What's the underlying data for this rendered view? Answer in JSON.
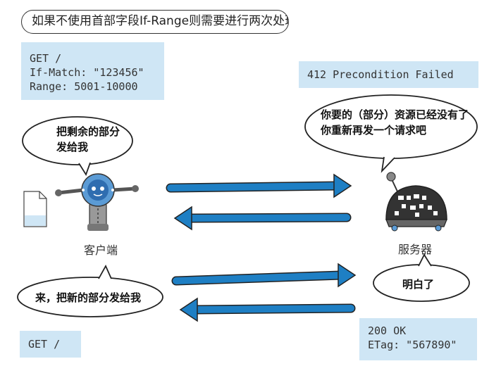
{
  "title": "如果不使用首部字段If-Range则需要进行两次处理",
  "request1": {
    "lines": [
      "GET /",
      "If-Match: \"123456\"",
      "Range: 5001-10000"
    ]
  },
  "response1": {
    "text": "412 Precondition Failed"
  },
  "client_bubble1": {
    "lines": [
      "把剩余的部分",
      "发给我"
    ]
  },
  "server_bubble1": {
    "lines": [
      "你要的（部分）资源已经没有了",
      "你重新再发一个请求吧"
    ]
  },
  "client_label": "客户端",
  "server_label": "服务器",
  "client_bubble2": {
    "text": "来，把新的部分发给我"
  },
  "server_bubble2": {
    "text": "明白了"
  },
  "request2": {
    "text": "GET /"
  },
  "response2": {
    "lines": [
      "200 OK",
      "ETag: \"567890\""
    ]
  },
  "colors": {
    "code_box_bg": "#cfe6f5",
    "arrow": "#1e7fc4",
    "robot_blue": "#5b9bd5"
  }
}
